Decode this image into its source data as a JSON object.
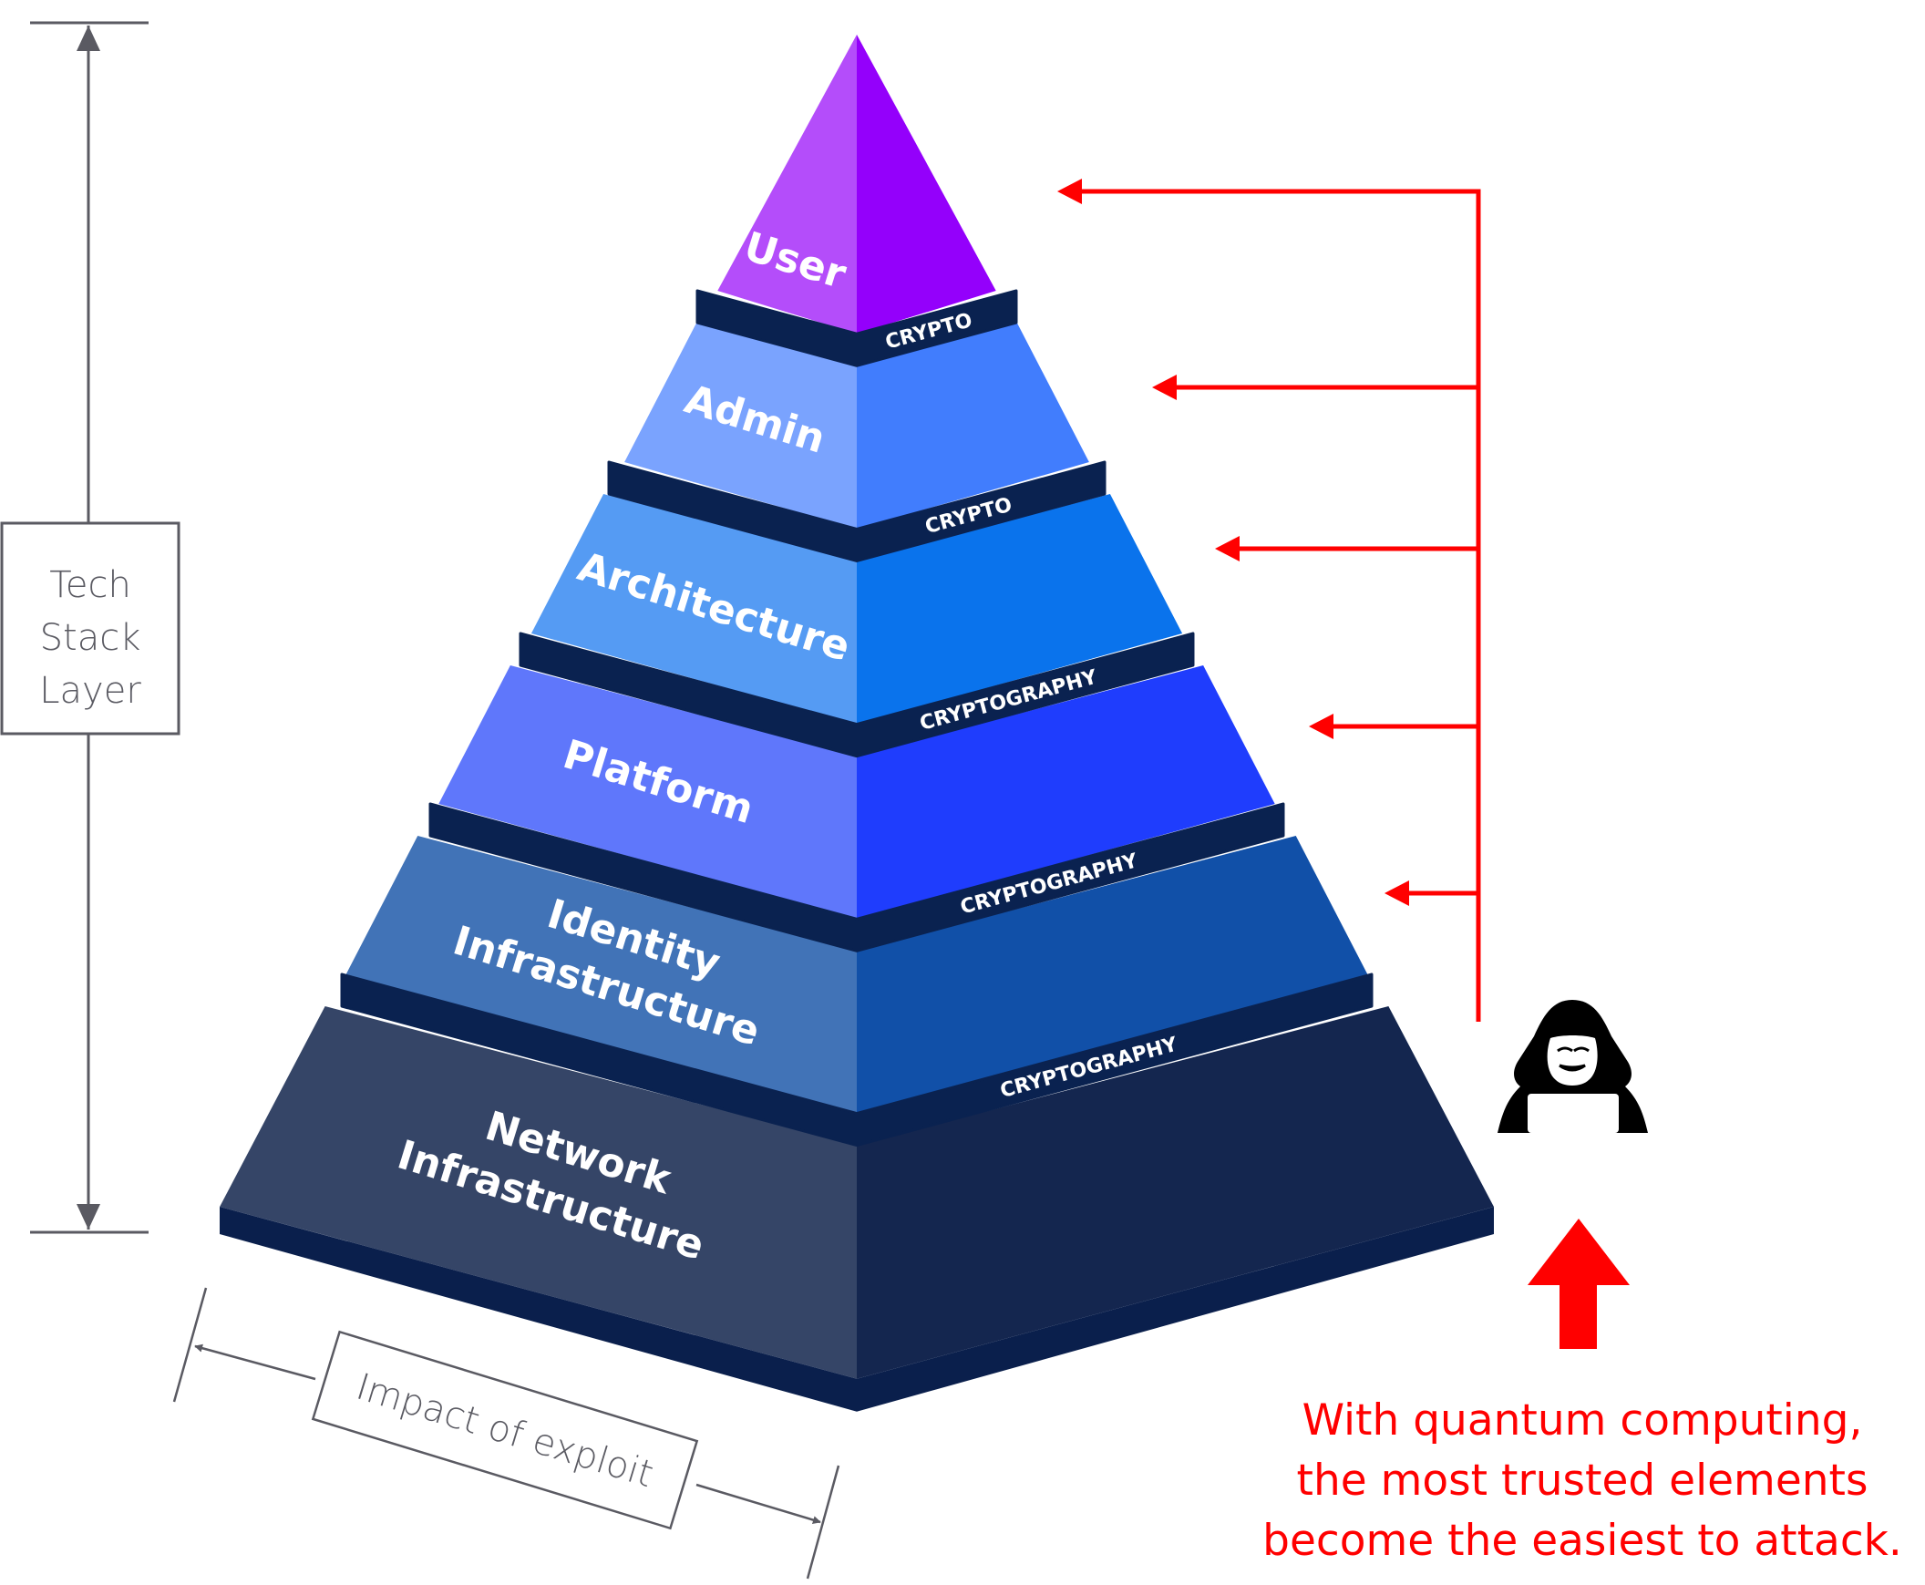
{
  "diagram": {
    "title": "Tech stack pyramid with cryptography layers under quantum threat",
    "layers": [
      {
        "name": "User",
        "lines": [
          "User"
        ],
        "left_color": "#B44DFA",
        "right_color": "#9400FB"
      },
      {
        "name": "Admin",
        "lines": [
          "Admin"
        ],
        "left_color": "#7AA3FE",
        "right_color": "#417DFD"
      },
      {
        "name": "Architecture",
        "lines": [
          "Architecture"
        ],
        "left_color": "#559BF3",
        "right_color": "#0A73EC"
      },
      {
        "name": "Platform",
        "lines": [
          "Platform"
        ],
        "left_color": "#5F77FB",
        "right_color": "#1F3DFD"
      },
      {
        "name": "Identity Infrastructure",
        "lines": [
          "Identity",
          "Infrastructure"
        ],
        "left_color": "#4173B7",
        "right_color": "#1150A8"
      },
      {
        "name": "Network Infrastructure",
        "lines": [
          "Network",
          "Infrastructure"
        ],
        "left_color": "#354567",
        "right_color": "#14264F"
      }
    ],
    "separators": [
      "CRYPTO",
      "CRYPTO",
      "CRYPTOGRAPHY",
      "CRYPTOGRAPHY",
      "CRYPTOGRAPHY"
    ],
    "separator_color": "#0A2250",
    "vertical_axis": {
      "lines": [
        "Tech",
        "Stack",
        "Layer"
      ]
    },
    "horizontal_axis": {
      "label": "Impact of exploit"
    },
    "attack": {
      "icon": "hacker-icon",
      "arrow_count": 5,
      "color": "#FF0000",
      "message_lines": [
        "With quantum computing,",
        "the most trusted elements",
        "become the easiest to attack."
      ]
    },
    "axis_color": "#5A5A62"
  }
}
